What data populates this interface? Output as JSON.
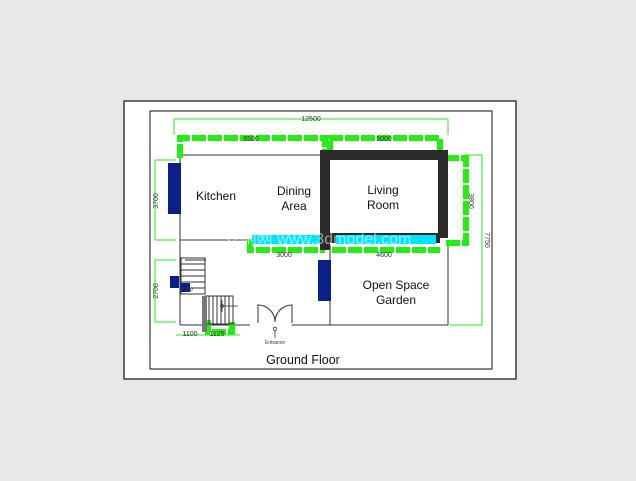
{
  "plan": {
    "title": "Ground Floor",
    "rooms": {
      "kitchen": "Kitchen",
      "dining_1": "Dining",
      "dining_2": "Area",
      "living_1": "Living",
      "living_2": "Room",
      "garden_1": "Open Space",
      "garden_2": "Garden"
    },
    "entrance": "Entrance",
    "stair_label": "UP",
    "dims": {
      "top_total": "12500",
      "top_left": "6500",
      "top_right": "5000",
      "left_upper": "3700",
      "left_lower": "2700",
      "right_total": "7750",
      "right_inner": "3800",
      "mid_left": "3000",
      "mid_right": "4600",
      "bottom_left": "1100",
      "bottom_right": "1125"
    }
  },
  "watermark": "安闲网 www.3dmodel.com",
  "colors": {
    "green": "#22ee11",
    "wall": "#2a2a2a",
    "window": "#0b1f8c",
    "cyan": "#00e5ff",
    "frame": "#111111",
    "line": "#333333"
  }
}
